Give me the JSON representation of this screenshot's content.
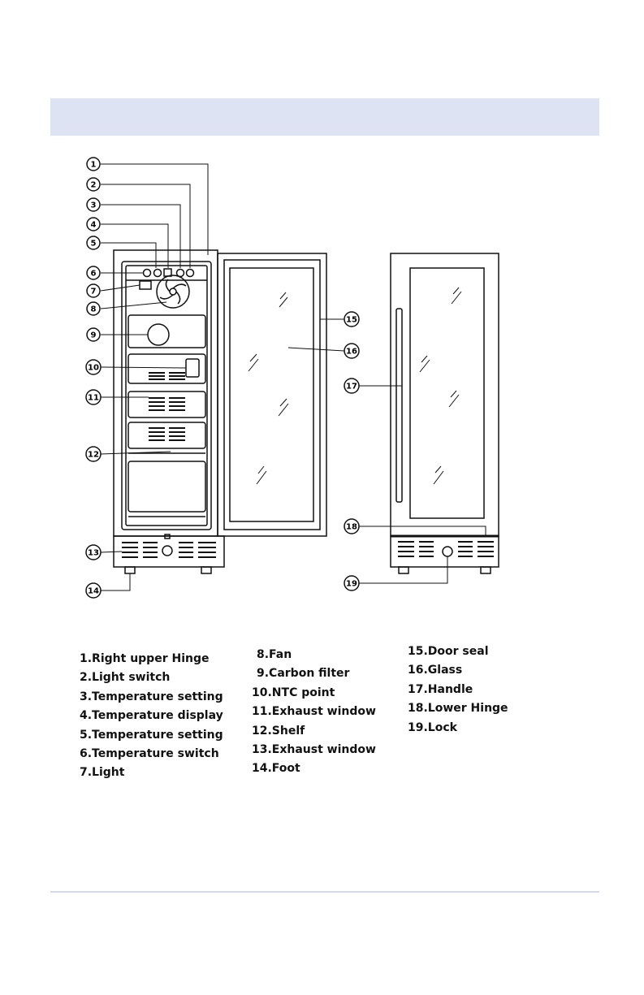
{
  "callouts": [
    "1",
    "2",
    "3",
    "4",
    "5",
    "6",
    "7",
    "8",
    "9",
    "10",
    "11",
    "12",
    "13",
    "14",
    "15",
    "16",
    "17",
    "18",
    "19"
  ],
  "legend": {
    "col1": [
      "1.Right upper Hinge",
      "2.Light switch",
      "3.Temperature setting",
      "4.Temperature display",
      "5.Temperature setting",
      "6.Temperature switch",
      "7.Light"
    ],
    "col2": [
      "8.Fan",
      "9.Carbon filter",
      "10.NTC  point",
      "11.Exhaust window",
      "12.Shelf",
      "13.Exhaust window",
      "14.Foot"
    ],
    "col3": [
      "15.Door seal",
      "16.Glass",
      "17.Handle",
      "18.Lower Hinge",
      "19.Lock"
    ]
  }
}
